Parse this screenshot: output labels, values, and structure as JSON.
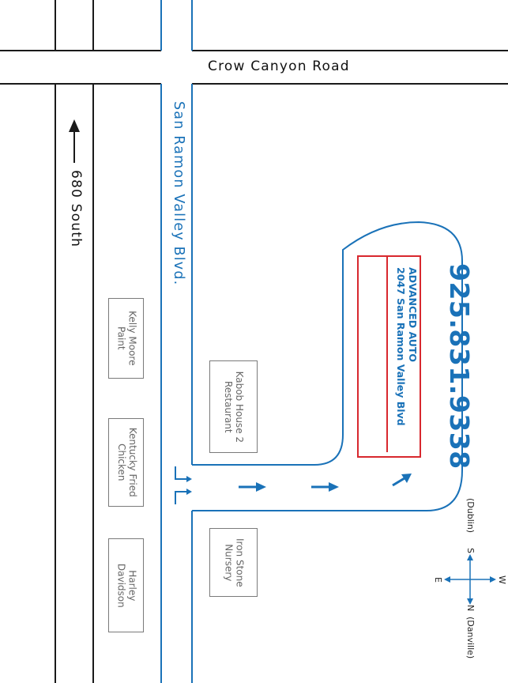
{
  "streets": {
    "crow_canyon": "Crow Canyon Road",
    "san_ramon_valley": "San Ramon Valley Blvd.",
    "freeway": "680 South"
  },
  "business": {
    "name": "ADVANCED AUTO",
    "address": "2047 San Ramon Valley Blvd",
    "phone": "925.831.9338"
  },
  "landmarks": {
    "kelly_moore": [
      "Kelly Moore",
      "Paint"
    ],
    "kfc": [
      "Kentucky Fried",
      "Chicken"
    ],
    "harley": [
      "Harley",
      "Davidson"
    ],
    "kabob": [
      "Kabob House 2",
      "Restaurant"
    ],
    "iron_stone": [
      "Iron Stone",
      "Nursery"
    ]
  },
  "compass": {
    "w": "W",
    "e": "E",
    "s": "S",
    "n": "N",
    "dublin": "(Dublin)",
    "danville": "(Danville)"
  },
  "colors": {
    "road_line": "#1a1a1a",
    "route_blue": "#1a72b8",
    "highlight_red": "#d8282e"
  }
}
